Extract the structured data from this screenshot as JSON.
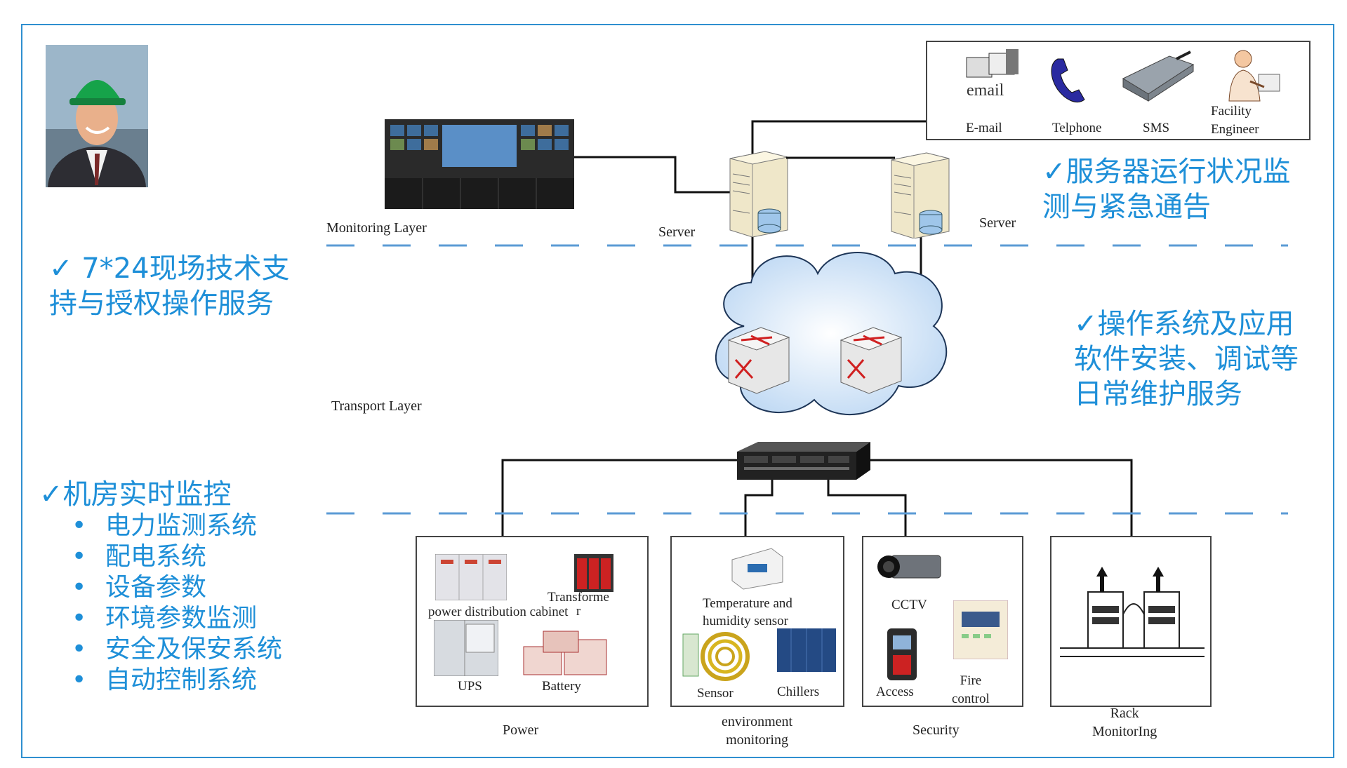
{
  "layers": {
    "monitoring": "Monitoring Layer",
    "transport": "Transport Layer"
  },
  "servers": [
    "Server",
    "Server"
  ],
  "notify": {
    "items": [
      {
        "label": "E-mail",
        "icon": "email-icon",
        "icon_text": "email"
      },
      {
        "label": "Telphone",
        "icon": "telephone-icon"
      },
      {
        "label": "SMS",
        "icon": "sms-modem-icon"
      },
      {
        "label": "Facility\nEngineer",
        "icon": "engineer-icon"
      }
    ]
  },
  "cn": {
    "right_top": "✓服务器运行状况监\n测与紧急通告",
    "right_mid": "✓操作系统及应用\n软件安装、调试等\n日常维护服务",
    "left_top": "✓ 7*24现场技术支\n持与授权操作服务",
    "left_title": "✓机房实时监控",
    "left_items": [
      "电力监测系统",
      "配电系统",
      "设备参数",
      "环境参数监测",
      "安全及保安系统",
      "自动控制系统"
    ],
    "bullet": "•"
  },
  "groups": {
    "power": {
      "caption": "Power",
      "items": {
        "cabinet": "power distribution cabinet",
        "transformer": "Transforme\nr",
        "ups": "UPS",
        "battery": "Battery"
      }
    },
    "env": {
      "caption": "environment\nmonitoring",
      "items": {
        "temp": "Temperature and\nhumidity sensor",
        "sensor": "Sensor",
        "chillers": "Chillers"
      }
    },
    "security": {
      "caption": "Security",
      "items": {
        "cctv": "CCTV",
        "access": "Access",
        "fire": "Fire\ncontrol"
      }
    },
    "rack": {
      "caption": "Rack\nMonitorIng"
    }
  },
  "colors": {
    "accent": "#1e8fd8",
    "dash": "#5b9bd5",
    "frame": "#2f8fd0",
    "line": "#111111"
  }
}
